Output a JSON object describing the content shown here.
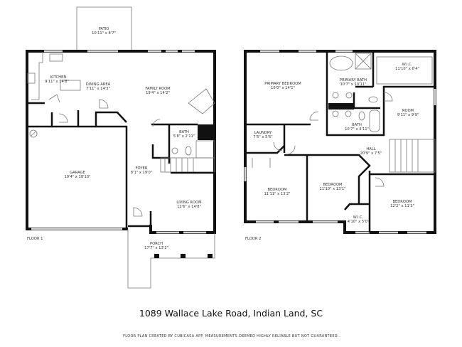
{
  "floor1": {
    "label": "FLOOR 1",
    "rooms": {
      "patio": {
        "name": "PATIO",
        "dims": "10'11\" x 8'7\""
      },
      "kitchen": {
        "name": "KITCHEN",
        "dims": "9'11\" x 14'8\""
      },
      "dining": {
        "name": "DINING AREA",
        "dims": "7'11\" x 14'3\""
      },
      "family": {
        "name": "FAMILY ROOM",
        "dims": "19'4\" x 14'2\""
      },
      "bath": {
        "name": "BATH",
        "dims": "5'8\" x 2'11\""
      },
      "garage": {
        "name": "GARAGE",
        "dims": "19'4\" x 18'10\""
      },
      "foyer": {
        "name": "FOYER",
        "dims": "8'1\" x 19'0\""
      },
      "living": {
        "name": "LIVING ROOM",
        "dims": "12'6\" x 14'8\""
      },
      "porch": {
        "name": "PORCH",
        "dims": "17'7\" x 13'2\""
      }
    }
  },
  "floor2": {
    "label": "FLOOR 2",
    "rooms": {
      "primary_bed": {
        "name": "PRIMARY BEDROOM",
        "dims": "16'0\" x 14'1\""
      },
      "primary_bath": {
        "name": "PRIMARY BATH",
        "dims": "10'7\" x 10'11\""
      },
      "wic": {
        "name": "W.I.C.",
        "dims": "11'10\" x 6'4\""
      },
      "room": {
        "name": "ROOM",
        "dims": "9'11\" x 9'9\""
      },
      "bath": {
        "name": "BATH",
        "dims": "10'7\" x 4'11\""
      },
      "laundry": {
        "name": "LAUNDRY",
        "dims": "7'5\" x 5'6\""
      },
      "hall": {
        "name": "HALL",
        "dims": "20'9\" x 7'5\""
      },
      "bed1": {
        "name": "BEDROOM",
        "dims": "11'11\" x 13'2\""
      },
      "bed2": {
        "name": "BEDROOM",
        "dims": "11'10\" x 13'1\""
      },
      "bed3": {
        "name": "BEDROOM",
        "dims": "12'2\" x 11'3\""
      },
      "wic2": {
        "name": "W.I.C.",
        "dims": "4'10\" x 5'0\""
      }
    }
  },
  "address": "1089 Wallace Lake Road, Indian Land, SC",
  "footer": "FLOOR PLAN CREATED BY CUBICASA APP. MEASUREMENTS DEEMED HIGHLY RELIABLE BUT NOT GUARANTEED."
}
